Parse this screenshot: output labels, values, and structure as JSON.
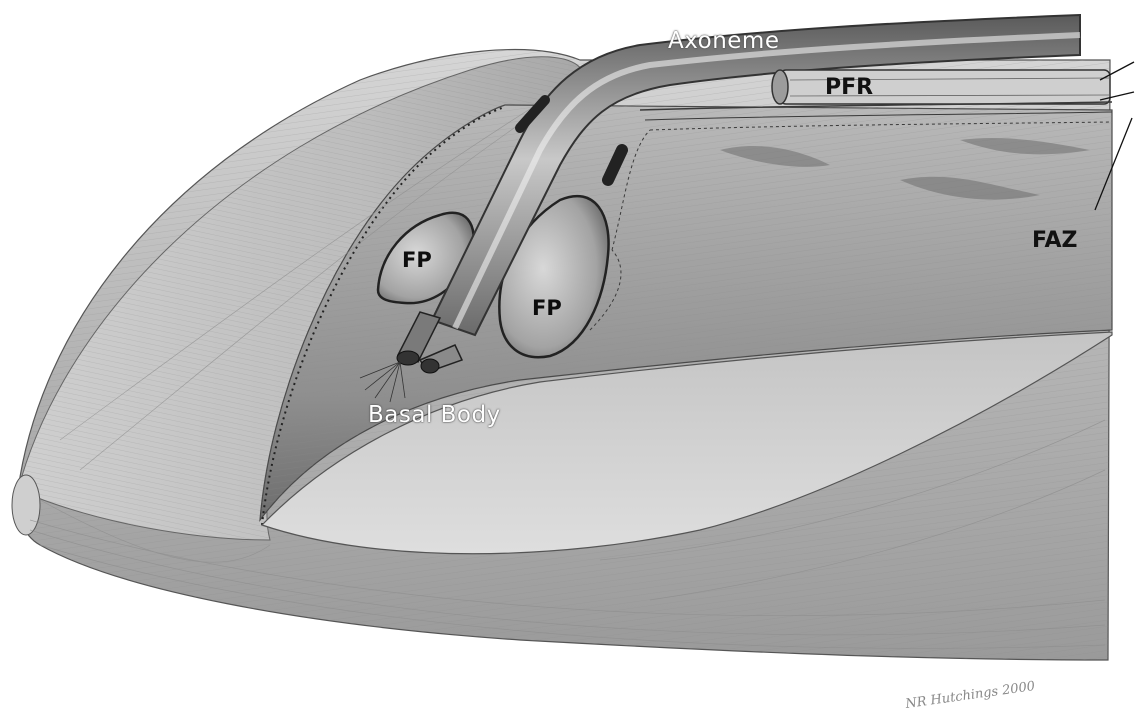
{
  "labels": {
    "axoneme": "Axoneme",
    "pfr": "PFR",
    "faz": "FAZ",
    "fp_left": "FP",
    "fp_right": "FP",
    "basal_body": "Basal Body"
  },
  "signature": "NR Hutchings 2000",
  "colors": {
    "background": "#ffffff",
    "body_shading": "#a9a9a9",
    "pocket_shading": "#8c8c8c",
    "label_light": "#ffffff",
    "label_dark": "#111111"
  }
}
